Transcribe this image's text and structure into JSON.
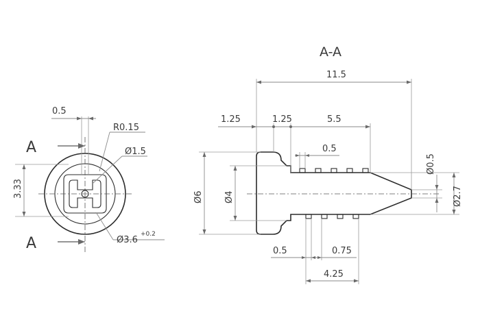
{
  "section_title": "A-A",
  "front_view": {
    "section_marker_top": "A",
    "section_marker_bottom": "A",
    "dims": {
      "slot_width": "0.5",
      "radius": "R0.15",
      "hole_dia": "Ø1.5",
      "height": "3.33",
      "outer_dia": "Ø3.6",
      "outer_dia_tol": "+0.2"
    }
  },
  "section_view": {
    "dims": {
      "overall_length": "11.5",
      "head_thickness": "1.25",
      "neck": "1.25",
      "barb_span": "5.5",
      "barb_gap": "0.5",
      "head_dia": "Ø6",
      "shank_dia": "Ø4",
      "tip_dia": "Ø0.5",
      "tip_base_dia": "Ø2.7",
      "barb_width": "0.5",
      "barb_pitch": "0.75",
      "barb_length": "4.25"
    }
  },
  "colors": {
    "object_line": "#2b2b2b",
    "dimension_line": "#8a8a8a",
    "text": "#3a3a3a"
  }
}
